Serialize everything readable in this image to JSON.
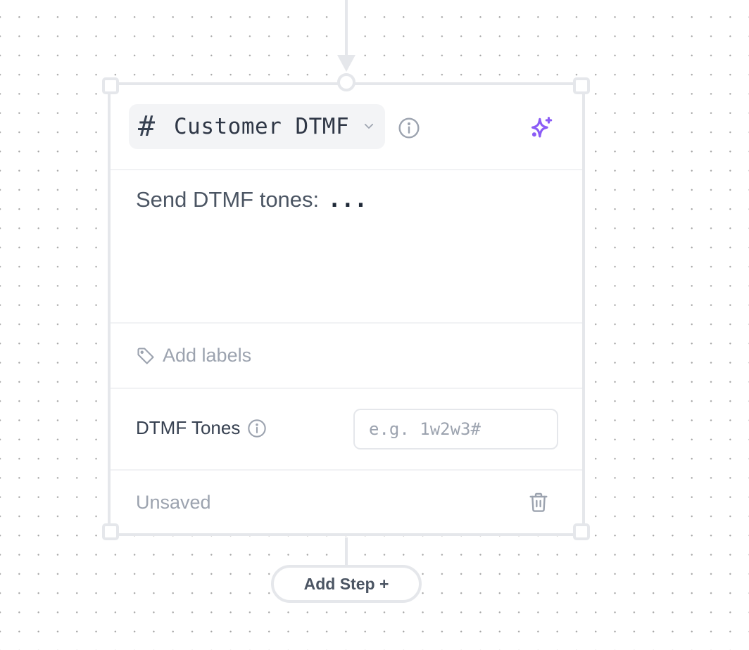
{
  "canvas": {
    "background": "#ffffff",
    "grid_dot_color": "#a3a3a3"
  },
  "node": {
    "type_icon": "hash-icon",
    "type_icon_glyph": "#",
    "title": "Customer DTMF",
    "accent_color": "#8b5cf6",
    "body_text": "Send DTMF tones:",
    "body_placeholder": "...",
    "labels": {
      "add_label": "Add labels"
    },
    "fields": [
      {
        "label": "DTMF Tones",
        "value": "",
        "placeholder": "e.g. 1w2w3#"
      }
    ],
    "status": "Unsaved"
  },
  "actions": {
    "add_step_label": "Add Step +"
  }
}
